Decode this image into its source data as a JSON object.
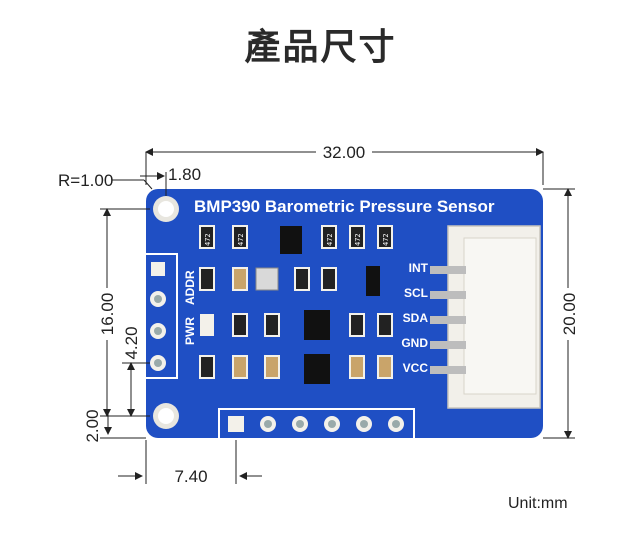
{
  "title": "產品尺寸",
  "board": {
    "name": "BMP390 Barometric Pressure Sensor",
    "side_labels": [
      "ADDR",
      "PWR"
    ],
    "pin_labels": [
      "INT",
      "SCL",
      "SDA",
      "GND",
      "VCC"
    ],
    "resistor_code": "472",
    "colors": {
      "pcb": "#1f4fc4",
      "silk": "#ffffff",
      "pad": "#f3f1ea"
    }
  },
  "dimensions": {
    "width": "32.00",
    "height": "20.00",
    "corner_radius": "R=1.00",
    "hole_offset": "1.80",
    "hole_spacing_v": "16.00",
    "pin_header_offset_v": "4.20",
    "bottom_offset": "2.00",
    "pin_header_offset_h": "7.40"
  },
  "unit_label": "Unit:mm"
}
